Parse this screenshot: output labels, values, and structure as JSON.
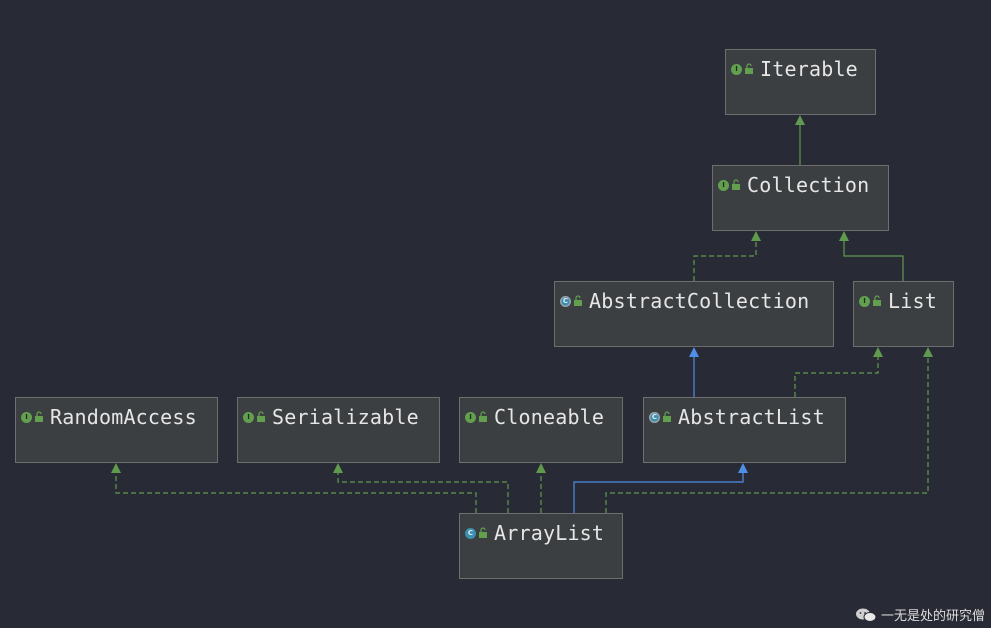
{
  "nodes": {
    "iterable": {
      "label": "Iterable",
      "kind": "interface"
    },
    "collection": {
      "label": "Collection",
      "kind": "interface"
    },
    "abstract_collection": {
      "label": "AbstractCollection",
      "kind": "abstract-class"
    },
    "list": {
      "label": "List",
      "kind": "interface"
    },
    "random_access": {
      "label": "RandomAccess",
      "kind": "interface"
    },
    "serializable": {
      "label": "Serializable",
      "kind": "interface"
    },
    "cloneable": {
      "label": "Cloneable",
      "kind": "interface"
    },
    "abstract_list": {
      "label": "AbstractList",
      "kind": "abstract-class"
    },
    "array_list": {
      "label": "ArrayList",
      "kind": "class"
    }
  },
  "badge_letters": {
    "interface": "I",
    "class": "C",
    "abstract-class": "C"
  },
  "edges": [
    {
      "from": "collection",
      "to": "iterable",
      "type": "extends-interface"
    },
    {
      "from": "abstract_collection",
      "to": "collection",
      "type": "implements"
    },
    {
      "from": "list",
      "to": "collection",
      "type": "extends-interface"
    },
    {
      "from": "abstract_list",
      "to": "abstract_collection",
      "type": "extends-class"
    },
    {
      "from": "abstract_list",
      "to": "list",
      "type": "implements"
    },
    {
      "from": "array_list",
      "to": "random_access",
      "type": "implements"
    },
    {
      "from": "array_list",
      "to": "serializable",
      "type": "implements"
    },
    {
      "from": "array_list",
      "to": "cloneable",
      "type": "implements"
    },
    {
      "from": "array_list",
      "to": "abstract_list",
      "type": "extends-class"
    },
    {
      "from": "array_list",
      "to": "list",
      "type": "implements"
    }
  ],
  "colors": {
    "background": "#282a35",
    "interface_edge": "#5f9a4e",
    "class_edge": "#4f8fe6",
    "interface_badge": "#62a04f",
    "class_badge": "#3b8fb0"
  },
  "watermark": {
    "text": "一无是处的研究僧",
    "icon": "wechat-icon"
  }
}
